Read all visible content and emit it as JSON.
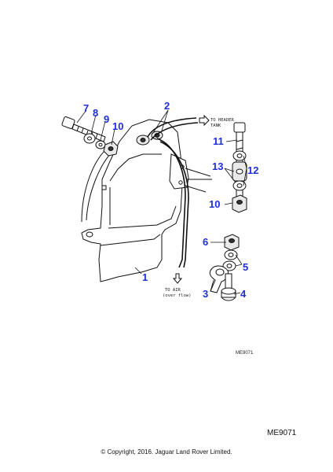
{
  "diagram": {
    "callouts": {
      "c1": "1",
      "c2": "2",
      "c3": "3",
      "c4": "4",
      "c5": "5",
      "c6": "6",
      "c7": "7",
      "c8": "8",
      "c9": "9",
      "c10a": "10",
      "c10b": "10",
      "c11": "11",
      "c12": "12",
      "c13": "13"
    },
    "notes": {
      "to_header_line1": "TO HEADER",
      "to_header_line2": "TANK",
      "to_air_line1": "TO AIR",
      "to_air_line2": "(over flow)"
    },
    "inner_code": "ME9071"
  },
  "footer": {
    "ref_code": "ME9071",
    "copyright": "© Copyright, 2016. Jaguar Land Rover Limited."
  }
}
